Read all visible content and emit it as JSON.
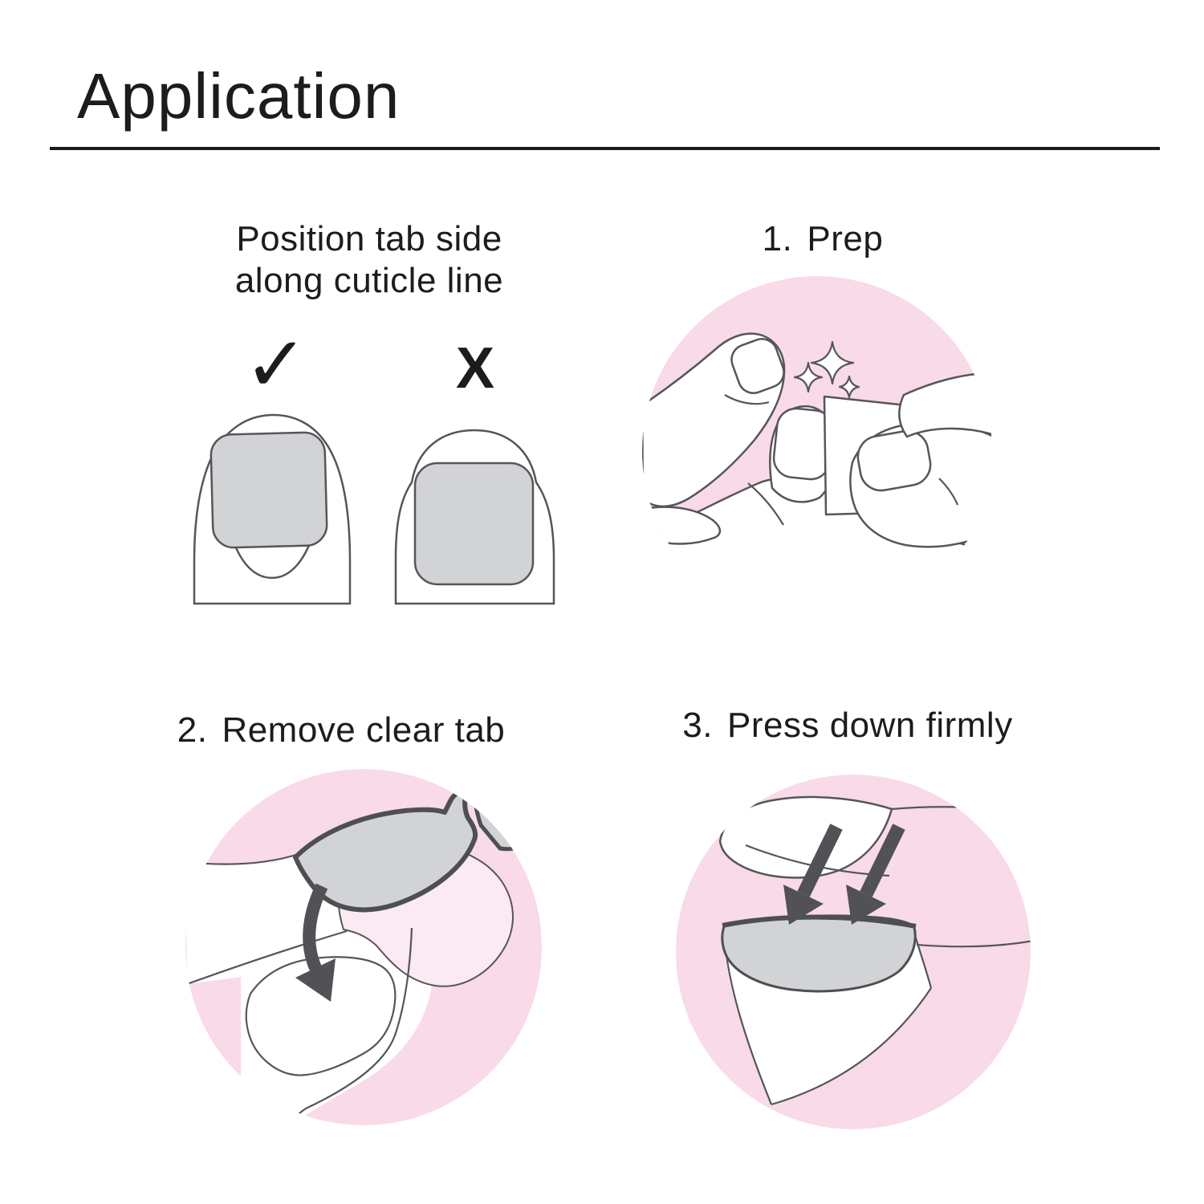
{
  "title": "Application",
  "colors": {
    "pink": "#F8DAE8",
    "pink_light": "#FBEAF2",
    "gray_fill": "#D2D3D5",
    "outline": "#56555A",
    "outline_bold": "#4E4F53",
    "arrow": "#515156",
    "text": "#1C1C1C"
  },
  "position_guide": {
    "heading_line1": "Position tab side",
    "heading_line2": "along cuticle line",
    "correct_symbol": "✓",
    "incorrect_symbol": "X"
  },
  "steps": [
    {
      "number": "1.",
      "label": "Prep"
    },
    {
      "number": "2.",
      "label": "Remove clear tab"
    },
    {
      "number": "3.",
      "label": "Press down firmly"
    }
  ]
}
